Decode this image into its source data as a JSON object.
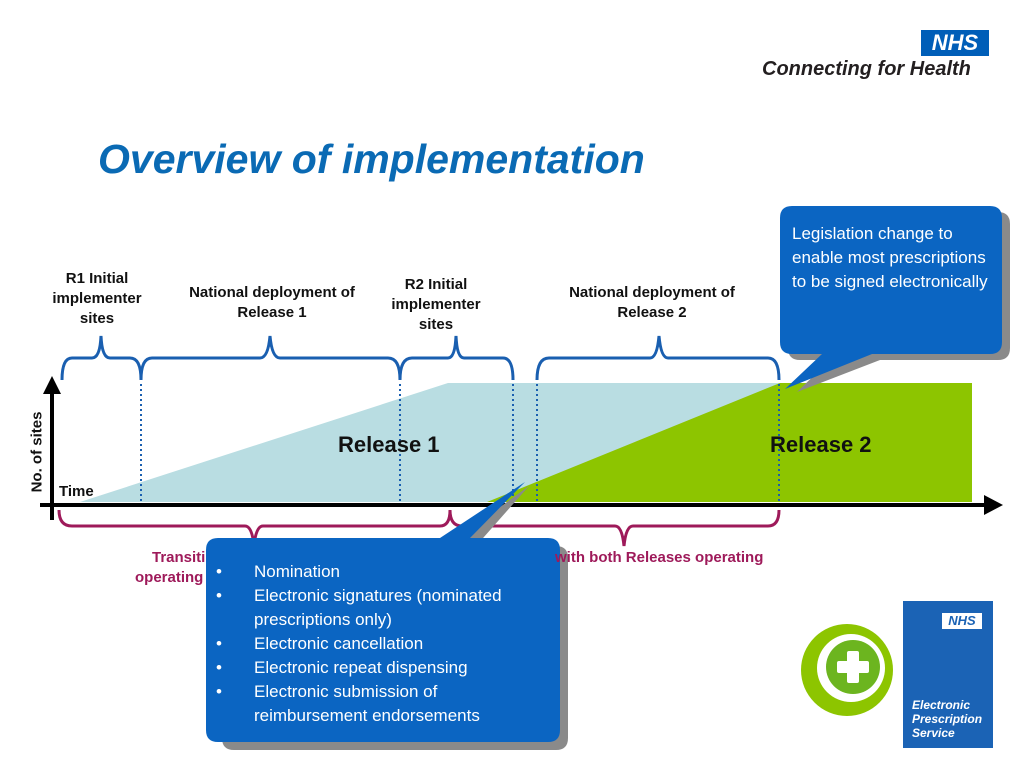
{
  "header": {
    "nhs_logo": "NHS",
    "org_name": "Connecting for Health"
  },
  "title": "Overview of implementation",
  "diagram": {
    "phases": [
      {
        "label": "R1 Initial implementer sites"
      },
      {
        "label": "National deployment of Release 1"
      },
      {
        "label": "R2 Initial implementer sites"
      },
      {
        "label": "National deployment of Release 2"
      }
    ],
    "release_labels": [
      "Release 1",
      "Release 2"
    ],
    "y_axis_label": "No. of sites",
    "x_axis_label": "Time",
    "bottom_labels": [
      "Transiti",
      "operating",
      "with both Releases operating"
    ]
  },
  "callout_legislation": "Legislation change to enable most prescriptions to be signed electronically",
  "callout_features": [
    "Nomination",
    "Electronic signatures (nominated prescriptions only)",
    "Electronic cancellation",
    "Electronic repeat dispensing",
    "Electronic submission of reimbursement endorsements"
  ],
  "eps_logo": {
    "nhs": "NHS",
    "lines": [
      "Electronic",
      "Prescription",
      "Service"
    ]
  },
  "colors": {
    "title_blue": "#0A6AB4",
    "release1_fill": "#B9DDE2",
    "release2_fill": "#8DC500",
    "bracket_blue": "#1A5FB0",
    "transition_bracket": "#9E1A5A",
    "callout_fill": "#0B65C2",
    "nhs_blue": "#005EB8"
  }
}
